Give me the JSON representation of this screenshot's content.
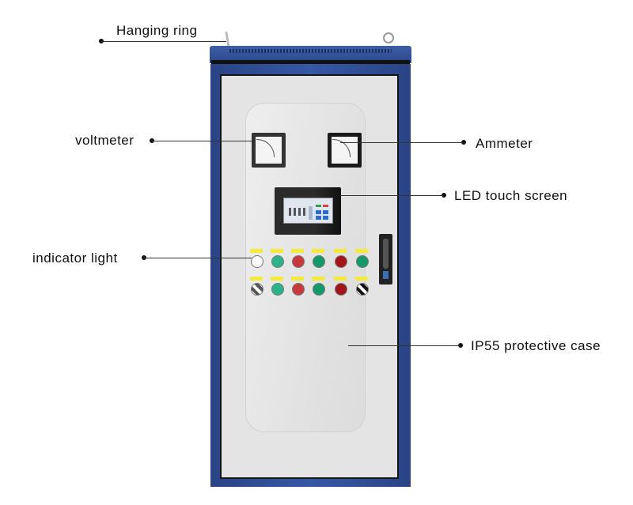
{
  "callouts": {
    "hanging_ring": "Hanging ring",
    "voltmeter": "voltmeter",
    "ammeter": "Ammeter",
    "led_touch_screen": "LED touch screen",
    "indicator_light": "indicator light",
    "protective_case": "IP55 protective case"
  },
  "colors": {
    "cabinet_blue": "#3558a5",
    "door_gray": "#e4e4e4",
    "green_button": "#2db38a",
    "red_button": "#c9393b",
    "dark_red_button": "#a3151a",
    "label_yellow": "#f3ea3a"
  },
  "panel": {
    "row1": [
      "white",
      "green",
      "red",
      "darkgreen",
      "darkred",
      "darkgreen"
    ],
    "row2": [
      "switch-gray",
      "green",
      "red",
      "darkgreen",
      "darkred",
      "switch-black"
    ]
  }
}
